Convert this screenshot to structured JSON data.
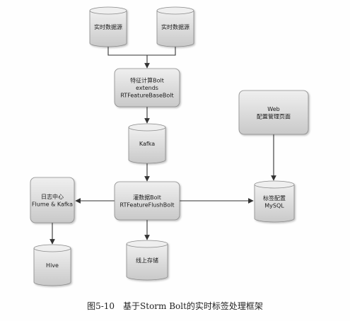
{
  "nodes": {
    "source1": {
      "lines": [
        "实时数据源"
      ]
    },
    "source2": {
      "lines": [
        "实时数据源"
      ]
    },
    "feature": {
      "lines": [
        "特征计算Bolt",
        "extends",
        "RTFeatureBaseBolt"
      ]
    },
    "kafka": {
      "lines": [
        "Kafka"
      ]
    },
    "flush": {
      "lines": [
        "灌数据Bolt",
        "RTFeatureFlushBolt"
      ]
    },
    "web": {
      "lines": [
        "Web",
        "配置管理页面"
      ]
    },
    "tagconfig": {
      "lines": [
        "标签配置",
        "MySQL"
      ]
    },
    "log": {
      "lines": [
        "日志中心",
        "Flume & Kafka"
      ]
    },
    "hive": {
      "lines": [
        "Hive"
      ]
    },
    "online": {
      "lines": [
        "线上存储"
      ]
    }
  },
  "caption": {
    "number": "图5-10",
    "text": "基于Storm Bolt的实时标签处理框架"
  },
  "colors": {
    "node_fill_top": "#efefef",
    "node_fill_bottom": "#c9c9c9",
    "node_stroke": "#8a8a8a",
    "arrow": "#333333"
  }
}
